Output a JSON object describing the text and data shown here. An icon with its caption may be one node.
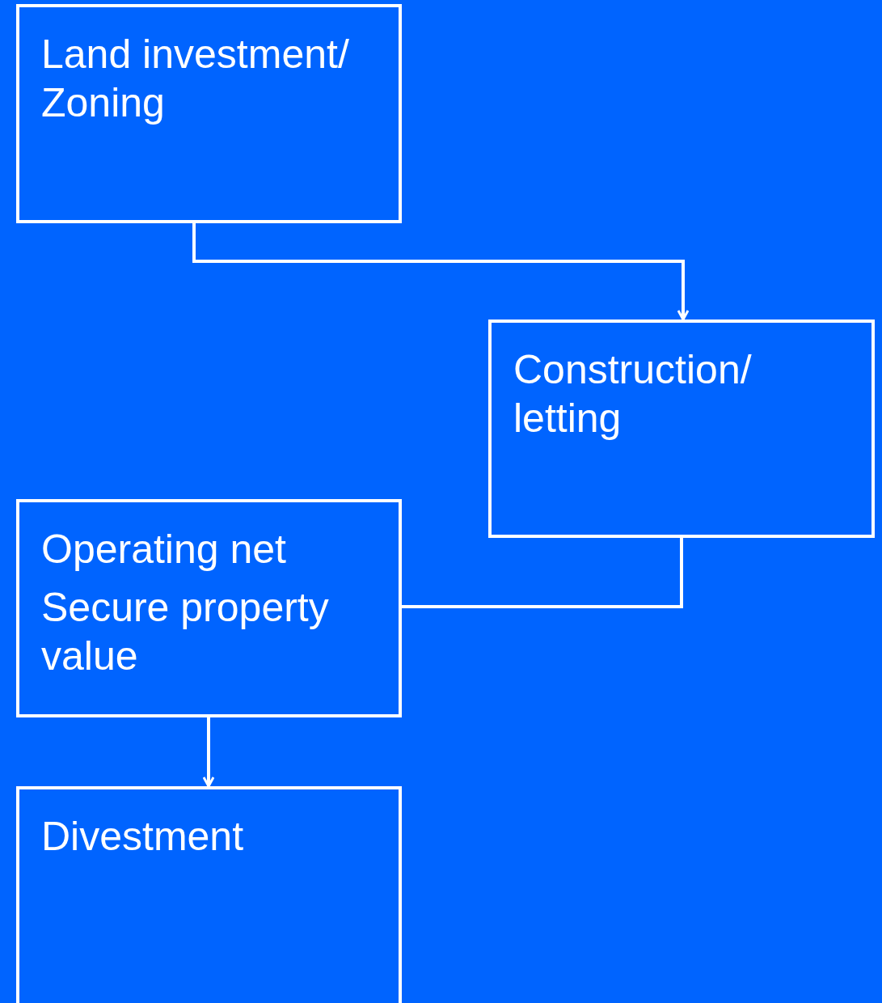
{
  "diagram": {
    "nodes": [
      {
        "text": [
          "Land investment/ Zoning"
        ]
      },
      {
        "text": [
          "Construction/ letting"
        ]
      },
      {
        "text": [
          "Operating net",
          "Secure property value"
        ]
      },
      {
        "text": [
          "Divestment"
        ]
      }
    ],
    "edges": [
      {
        "from": 0,
        "to": 1,
        "arrow": "to"
      },
      {
        "from": 1,
        "to": 2,
        "arrow": "none"
      },
      {
        "from": 2,
        "to": 3,
        "arrow": "to"
      }
    ]
  }
}
